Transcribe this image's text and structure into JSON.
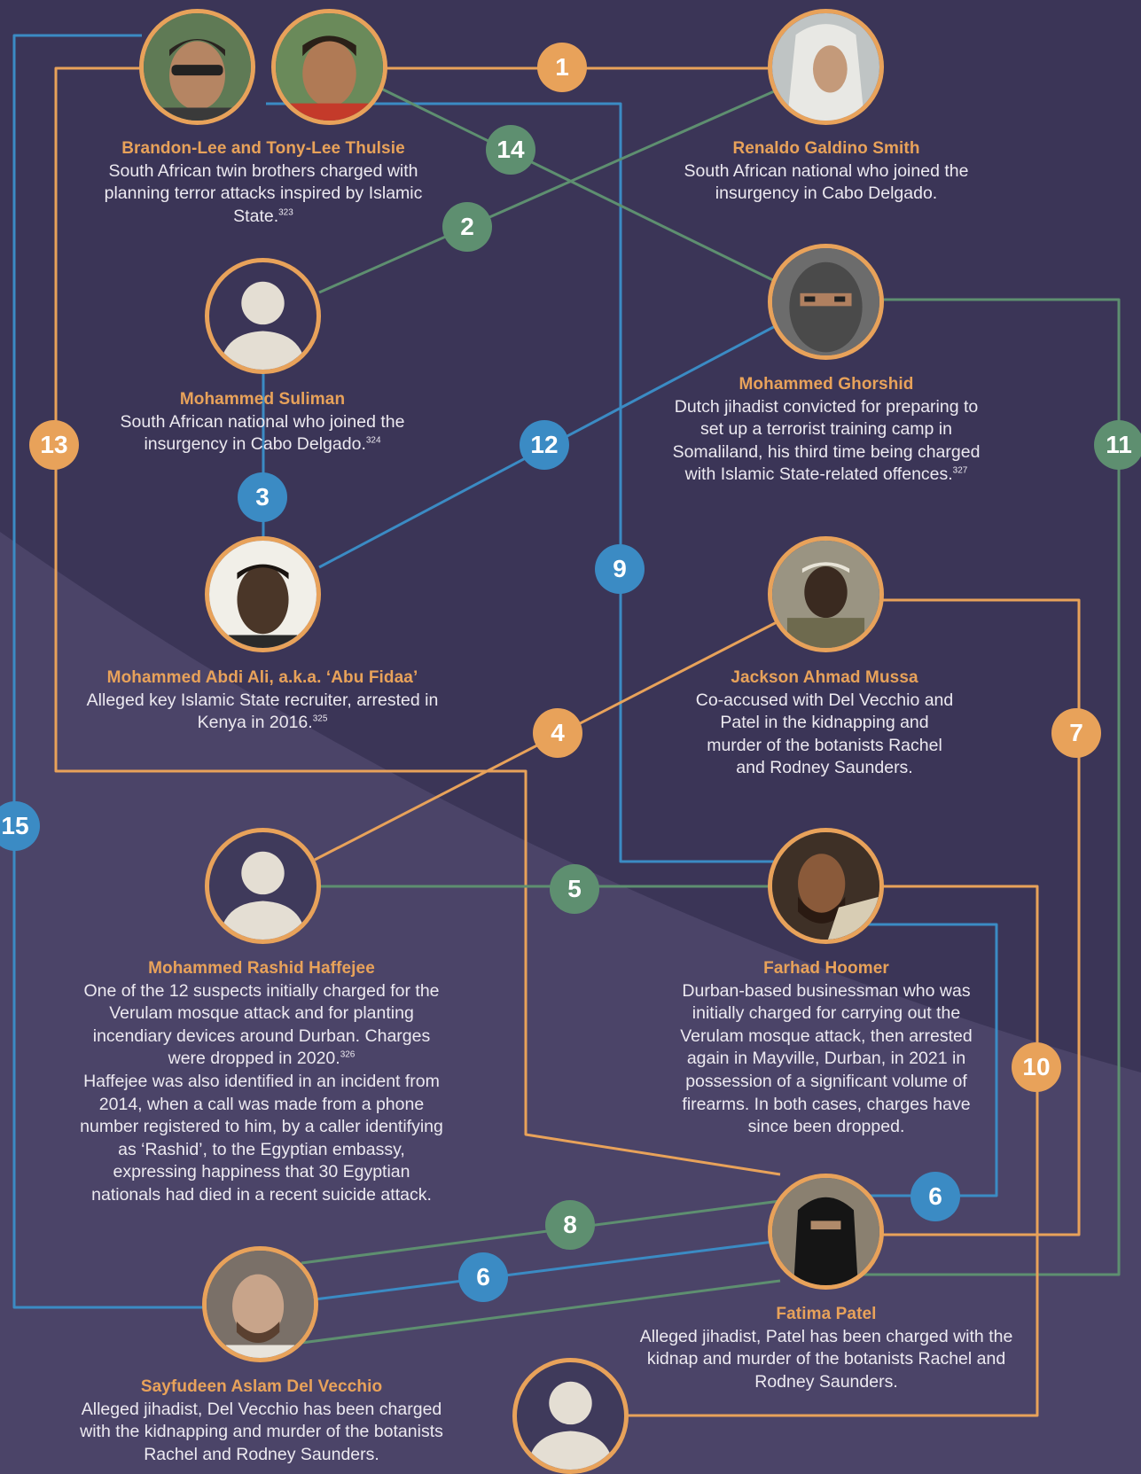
{
  "colors": {
    "background": "#3b3557",
    "orange": "#e8a25a",
    "green": "#5e8f70",
    "blue": "#3b8bc4",
    "silhouette": "#e4ded3"
  },
  "people": {
    "thulsie": {
      "name": "Brandon-Lee and Tony-Lee Thulsie",
      "desc": "South African twin brothers charged with planning terror attacks inspired by Islamic State.",
      "ref": "323",
      "photos": [
        "photo-icon",
        "photo-icon"
      ]
    },
    "smith": {
      "name": "Renaldo Galdino Smith",
      "desc": "South African national who joined the insurgency in Cabo Delgado.",
      "ref": "",
      "photo": "photo-icon"
    },
    "suliman": {
      "name": "Mohammed Suliman",
      "desc": "South African national who joined the insurgency in Cabo Delgado.",
      "ref": "324",
      "photo": "silhouette-icon"
    },
    "ghorshid": {
      "name": "Mohammed Ghorshid",
      "desc": "Dutch jihadist convicted for preparing to set up a terrorist training camp in Somaliland, his third time being charged with Islamic State-related offences.",
      "ref": "327",
      "photo": "photo-icon"
    },
    "ali": {
      "name": "Mohammed Abdi Ali, a.k.a. ‘Abu Fidaa’",
      "desc": "Alleged key Islamic State recruiter, arrested in Kenya in 2016.",
      "ref": "325",
      "photo": "photo-icon"
    },
    "mussa": {
      "name": "Jackson Ahmad Mussa",
      "desc": "Co-accused with Del Vecchio and Patel in the kidnapping and murder of the botanists Rachel and Rodney Saunders.",
      "ref": "",
      "photo": "photo-icon"
    },
    "haffejee": {
      "name": "Mohammed Rashid Haffejee",
      "desc": "One of the 12 suspects initially charged for the Verulam mosque attack and for planting incendiary devices around Durban. Charges were dropped in 2020.",
      "ref": "326",
      "desc2": "Haffejee was also identified in an incident from 2014, when a call was made from a phone number registered to him, by a caller identifying as ‘Rashid’, to the Egyptian embassy, expressing happiness that 30 Egyptian nationals had died in a recent suicide attack.",
      "photo": "silhouette-icon"
    },
    "hoomer": {
      "name": "Farhad Hoomer",
      "desc": "Durban-based businessman who was initially charged for carrying out the Verulam mosque attack, then arrested again in Mayville, Durban, in 2021 in possession of a significant volume of firearms. In both cases, charges have since been dropped.",
      "ref": "",
      "photo": "photo-icon"
    },
    "patel": {
      "name": "Fatima Patel",
      "desc": "Alleged jihadist, Patel  has been charged with the kidnap and murder of the botanists Rachel and Rodney Saunders.",
      "ref": "",
      "photo": "photo-icon"
    },
    "delvecchio": {
      "name": "Sayfudeen Aslam Del Vecchio",
      "desc": "Alleged jihadist, Del Vecchio has been charged with the kidnapping and murder of the botanists Rachel and Rodney Saunders.",
      "ref": "",
      "photo": "photo-icon"
    },
    "unknown": {
      "photo": "silhouette-icon"
    }
  },
  "links": [
    {
      "label": "1",
      "color": "orange"
    },
    {
      "label": "2",
      "color": "green"
    },
    {
      "label": "3",
      "color": "blue"
    },
    {
      "label": "4",
      "color": "orange"
    },
    {
      "label": "5",
      "color": "green"
    },
    {
      "label": "6",
      "color": "blue"
    },
    {
      "label": "6",
      "color": "blue"
    },
    {
      "label": "7",
      "color": "orange"
    },
    {
      "label": "8",
      "color": "green"
    },
    {
      "label": "9",
      "color": "blue"
    },
    {
      "label": "10",
      "color": "orange"
    },
    {
      "label": "11",
      "color": "green"
    },
    {
      "label": "12",
      "color": "blue"
    },
    {
      "label": "13",
      "color": "orange"
    },
    {
      "label": "14",
      "color": "green"
    },
    {
      "label": "15",
      "color": "blue"
    }
  ]
}
